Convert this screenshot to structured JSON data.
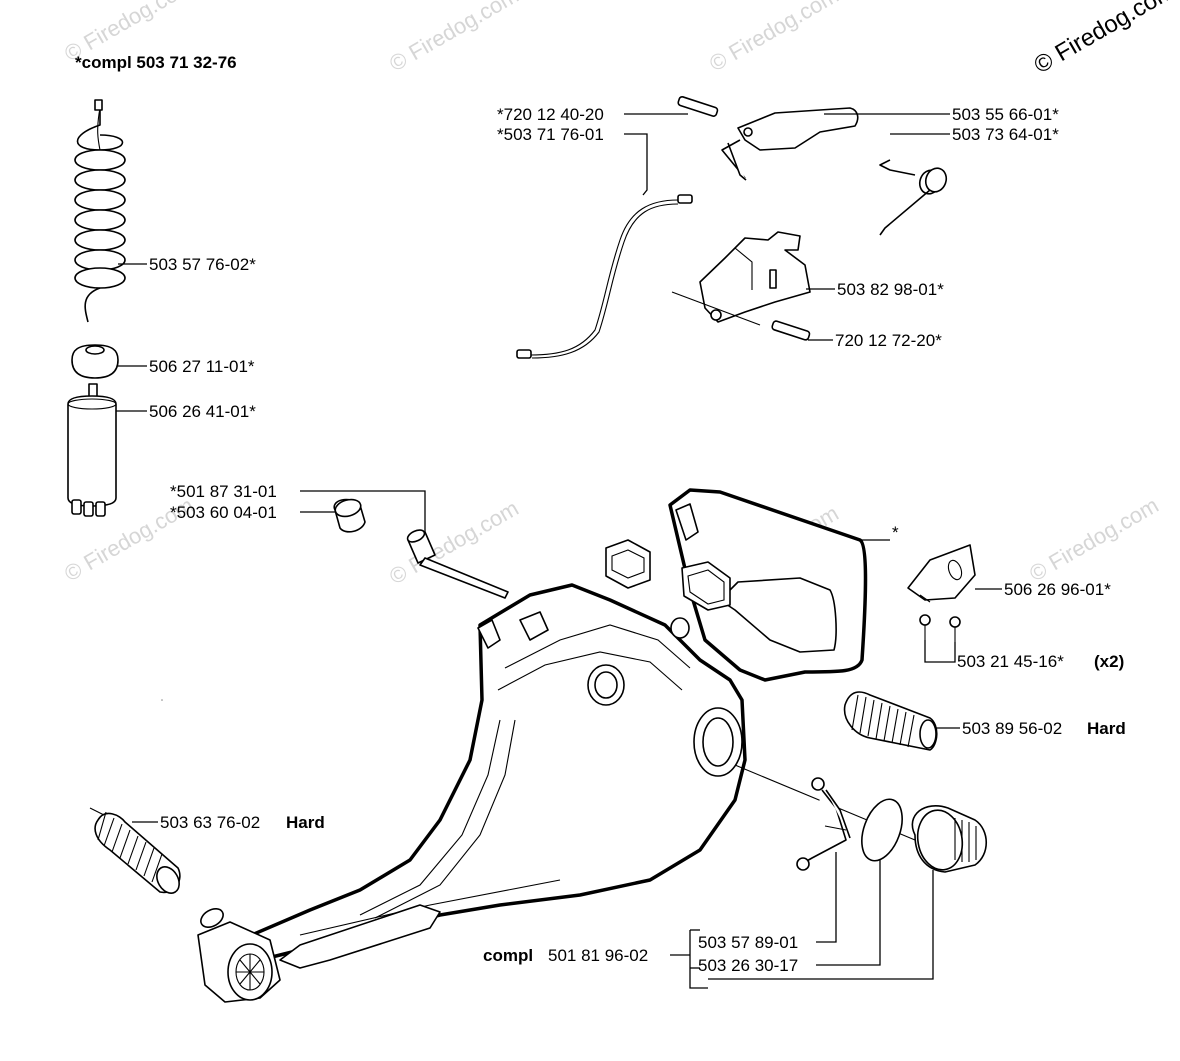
{
  "copyright": "© Firedog.com",
  "watermark": "© Firedog.com",
  "header_compl": "*compl 503 71 32-76",
  "callouts": {
    "c1": "*720 12 40-20",
    "c2": "*503 71 76-01",
    "c3": "503 55 66-01*",
    "c4": "503 73 64-01*",
    "c5": "503 57 76-02*",
    "c6": "503 82 98-01*",
    "c7": "720 12 72-20*",
    "c8": "506 27 11-01*",
    "c9": "506 26 41-01*",
    "c10": "*501 87 31-01",
    "c11": "*503 60 04-01",
    "c12": "*",
    "c13": "506 26 96-01*",
    "c14": "503 21 45-16*",
    "c14_suffix": "(x2)",
    "c15": "503 89 56-02",
    "c15_suffix": "Hard",
    "c16": "503 63 76-02",
    "c16_suffix": "Hard",
    "c17_prefix": "compl",
    "c17": "501 81 96-02",
    "c18": "503 57 89-01",
    "c19": "503 26 30-17"
  }
}
